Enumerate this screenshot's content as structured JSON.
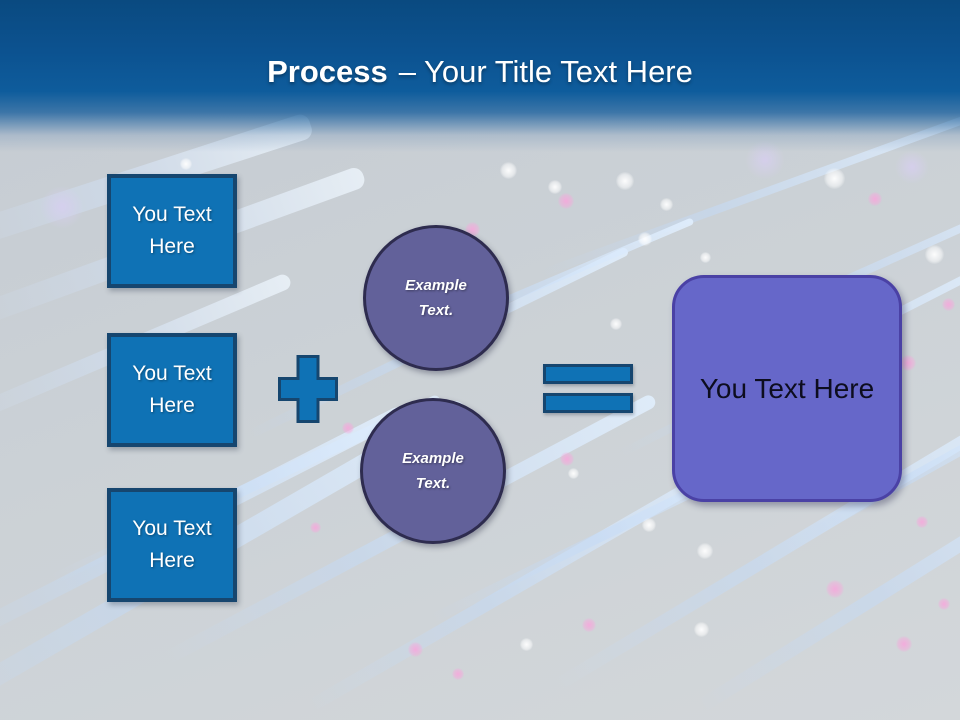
{
  "title": {
    "bold": "Process",
    "rest": "– Your Title Text Here"
  },
  "input_boxes": [
    {
      "label": "You Text Here"
    },
    {
      "label": "You Text Here"
    },
    {
      "label": "You Text Here"
    }
  ],
  "example_circles": [
    {
      "label": "Example Text."
    },
    {
      "label": "Example Text."
    }
  ],
  "result_box": {
    "label": "You Text Here"
  },
  "icons": {
    "plus": "plus-icon",
    "equals": "equals-icon"
  },
  "colors": {
    "header_dark": "#0a4a80",
    "header_blue": "#0e5c9c",
    "box_fill": "#0f72b5",
    "box_border": "#16466f",
    "circle_fill": "#62619a",
    "circle_border": "#2e2c4f",
    "result_fill": "#6667c9",
    "result_border": "#4a41a5",
    "background": "#ccd1d5",
    "title_text": "#ffffff",
    "result_text": "#0d0d1f"
  }
}
